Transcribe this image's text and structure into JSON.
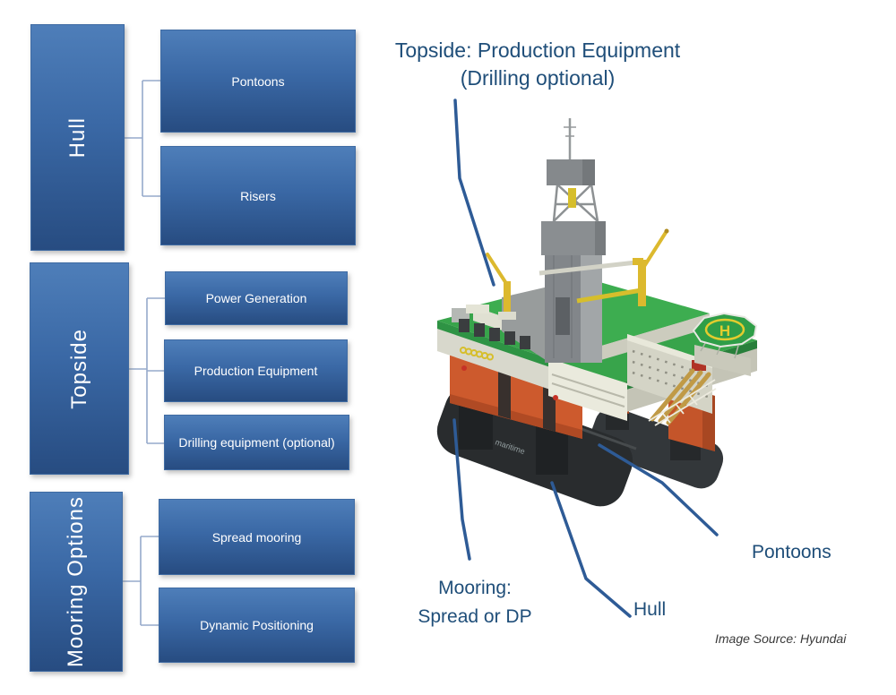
{
  "diagram": {
    "sections": [
      {
        "label": "Hull",
        "children": [
          "Pontoons",
          "Risers"
        ]
      },
      {
        "label": "Topside",
        "children": [
          "Power Generation",
          "Production Equipment",
          "Drilling equipment (optional)"
        ]
      },
      {
        "label": "Mooring Options",
        "children": [
          "Spread mooring",
          "Dynamic Positioning"
        ]
      }
    ]
  },
  "annotations": {
    "topside_title_line1": "Topside: Production Equipment",
    "topside_title_line2": "(Drilling optional)",
    "mooring_line1": "Mooring:",
    "mooring_line2": "Spread or DP",
    "hull_label": "Hull",
    "pontoons_label": "Pontoons",
    "image_source": "Image Source: Hyundai"
  },
  "rig": {
    "helipad_letter": "H",
    "pontoon_logo": "maritime"
  },
  "colors": {
    "box_gradient_top": "#4e7eb9",
    "box_gradient_bottom": "#274c81",
    "box_text": "#ffffff",
    "connector_line": "#96aacb",
    "annotation_line": "#2e5b96",
    "annotation_text": "#1f4e79",
    "source_text": "#3a3a3a",
    "deck_green": "#38a44b",
    "hull_orange": "#cd5a2d",
    "pontoon_dark": "#292c2e",
    "derrick_gray": "#85898c",
    "crane_yellow": "#dcb92e",
    "helipad_green": "#2f9e48",
    "helipad_mark_yellow": "#e3cc2e"
  }
}
